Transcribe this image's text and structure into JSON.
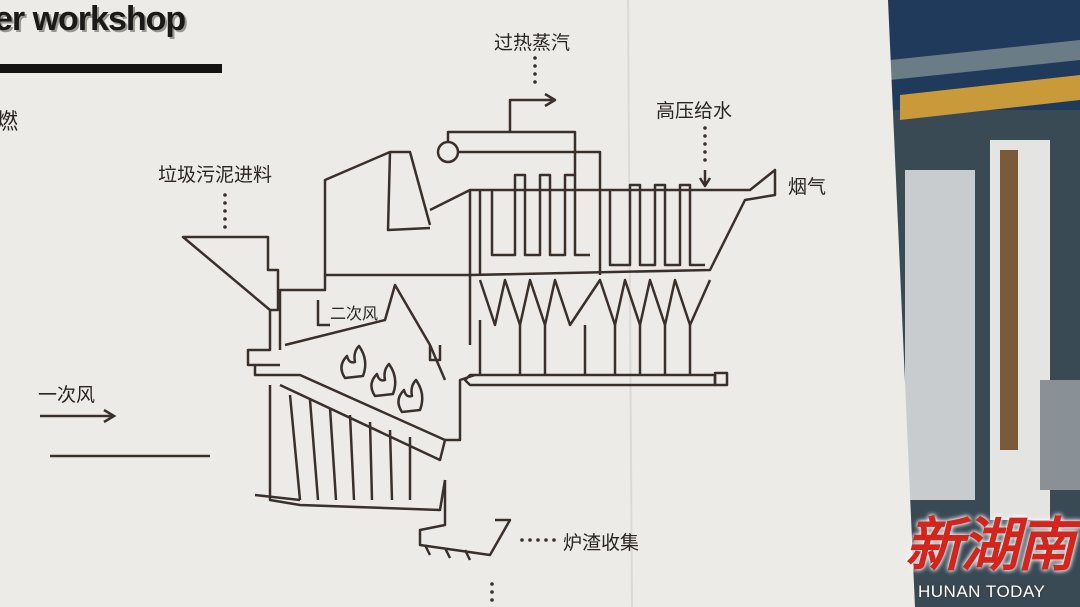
{
  "sign": {
    "title": "er workshop",
    "left_cut_text": "燃",
    "labels": {
      "superheated_steam": "过热蒸汽",
      "high_pressure_feedwater": "高压给水",
      "flue_gas": "烟气",
      "waste_sludge_feed": "垃圾污泥进料",
      "secondary_air": "二次风",
      "primary_air": "一次风",
      "slag_collection": "炉渣收集"
    }
  },
  "watermark": {
    "chinese": "新湖南",
    "english": "HUNAN TODAY"
  },
  "colors": {
    "wall": "#ecebe8",
    "line": "#3a302a",
    "watermark_red": "#d4241b"
  }
}
